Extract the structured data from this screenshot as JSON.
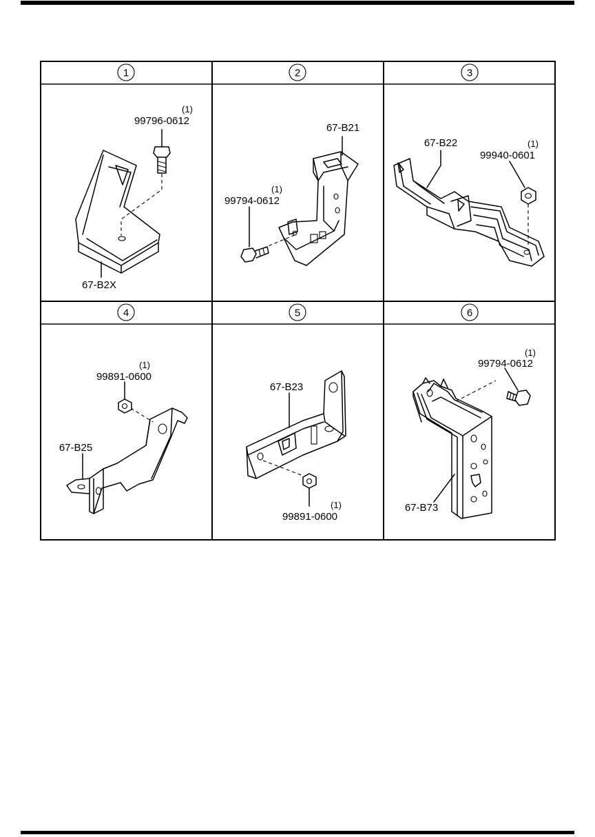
{
  "panels": [
    {
      "number": "1",
      "parts": [
        {
          "part_no": "99796-0612",
          "qty": "(1)"
        },
        {
          "part_no": "67-B2X"
        }
      ]
    },
    {
      "number": "2",
      "parts": [
        {
          "part_no": "67-B21"
        },
        {
          "part_no": "99794-0612",
          "qty": "(1)"
        }
      ]
    },
    {
      "number": "3",
      "parts": [
        {
          "part_no": "67-B22"
        },
        {
          "part_no": "99940-0601",
          "qty": "(1)"
        }
      ]
    },
    {
      "number": "4",
      "parts": [
        {
          "part_no": "99891-0600",
          "qty": "(1)"
        },
        {
          "part_no": "67-B25"
        }
      ]
    },
    {
      "number": "5",
      "parts": [
        {
          "part_no": "67-B23"
        },
        {
          "part_no": "99891-0600",
          "qty": "(1)"
        }
      ]
    },
    {
      "number": "6",
      "parts": [
        {
          "part_no": "99794-0612",
          "qty": "(1)"
        },
        {
          "part_no": "67-B73"
        }
      ]
    }
  ]
}
